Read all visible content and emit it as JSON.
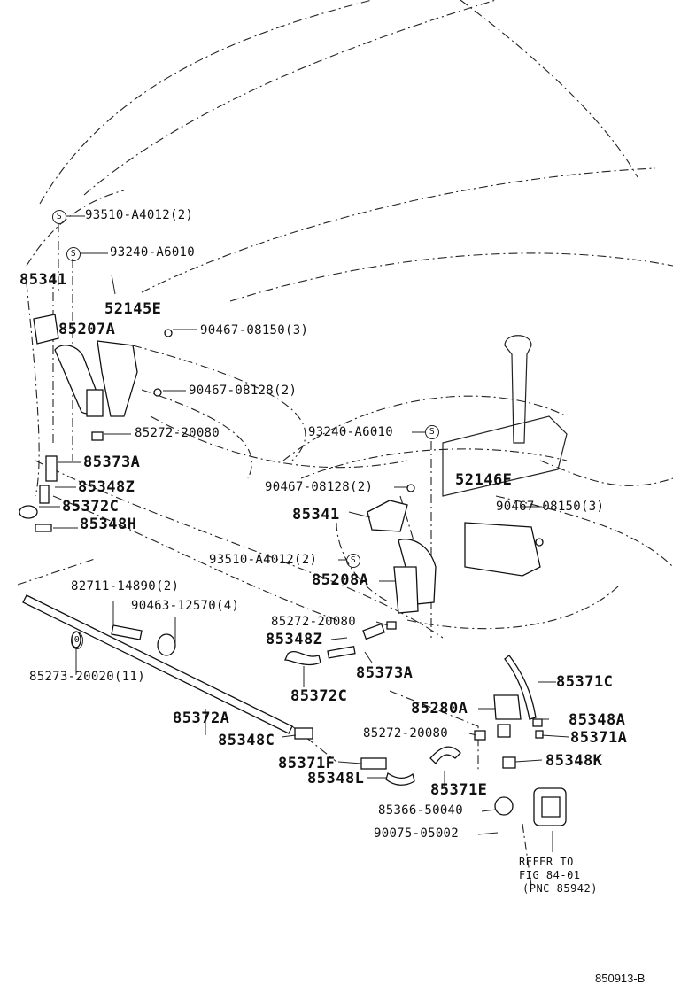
{
  "labels": {
    "s_93510_top": "93510-A4012(2)",
    "s_93240_top": "93240-A6010",
    "p85341_left": "85341",
    "p52145E": "52145E",
    "p85207A": "85207A",
    "p90467_08150_top": "90467-08150(3)",
    "p90467_08128_top": "90467-08128(2)",
    "p85272_20080_a": "85272-20080",
    "p85373A_left": "85373A",
    "p85348Z_left": "85348Z",
    "p85372C_left": "85372C",
    "p85348H": "85348H",
    "s_93240_mid": "93240-A6010",
    "p52146E": "52146E",
    "p90467_08128_mid": "90467-08128(2)",
    "p85341_mid": "85341",
    "p90467_08150_mid": "90467-08150(3)",
    "s_93510_mid": "93510-A4012(2)",
    "p85208A": "85208A",
    "p82711": "82711-14890(2)",
    "p90463": "90463-12570(4)",
    "p85272_20080_b": "85272-20080",
    "p85348Z_mid": "85348Z",
    "p85373A_mid": "85373A",
    "p85273": "85273-20020(11)",
    "p85372C_mid": "85372C",
    "p85371C": "85371C",
    "p85280A": "85280A",
    "p85348A": "85348A",
    "p85272_20080_c": "85272-20080",
    "p85371A": "85371A",
    "p85372A": "85372A",
    "p85348C": "85348C",
    "p85371F": "85371F",
    "p85348K": "85348K",
    "p85348L": "85348L",
    "p85371E": "85371E",
    "p85366": "85366-50040",
    "p90075": "90075-05002",
    "refer_line1": "REFER TO",
    "refer_line2": "FIG 84-01",
    "refer_line3": "(PNC 85942)",
    "figure_id": "850913-B"
  },
  "symbols": {
    "standard_mark": "S",
    "washer_mark": "0"
  }
}
